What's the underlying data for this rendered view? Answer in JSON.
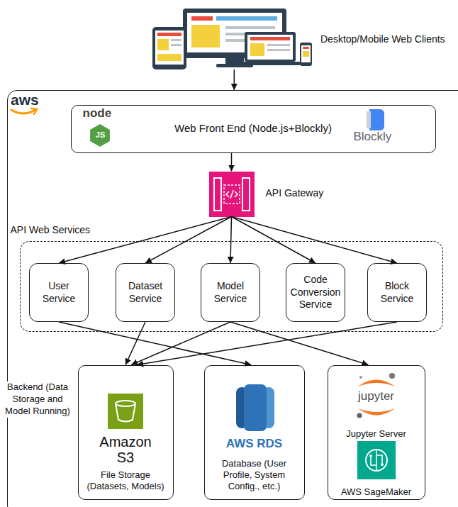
{
  "diagram": {
    "nodes": [
      {
        "text": [
          "Desktop/Mobile Web Clients"
        ]
      },
      {
        "text": [
          "aws"
        ]
      },
      {
        "text": [
          "node",
          "JS",
          "Web Front End (Node.js+Blockly)",
          "Blockly"
        ],
        "in": 1
      },
      {
        "text": [
          "API Gateway"
        ],
        "in": 1
      },
      {
        "text": [
          "API Web Services"
        ],
        "in": 1
      },
      {
        "text": [
          "User Service"
        ],
        "in": 4
      },
      {
        "text": [
          "Dataset Service"
        ],
        "in": 4
      },
      {
        "text": [
          "Model Service"
        ],
        "in": 4
      },
      {
        "text": [
          "Code Conversion Service"
        ],
        "in": 4
      },
      {
        "text": [
          "Block Service"
        ],
        "in": 4
      },
      {
        "text": [
          "Amazon S3",
          "File Storage (Datasets, Models)"
        ],
        "in": 1
      },
      {
        "text": [
          "AWS RDS",
          "Database (User Profile, System Config., etc.)"
        ],
        "in": 1
      },
      {
        "text": [
          "jupyter",
          "Jupyter Server",
          "AWS SageMaker"
        ],
        "in": 1
      }
    ],
    "edges": [
      {
        "from": 0,
        "to": 1,
        "arrow": "to"
      },
      {
        "from": 2,
        "to": 3,
        "arrow": "to"
      },
      {
        "from": 3,
        "to": 5,
        "arrow": "to"
      },
      {
        "from": 3,
        "to": 6,
        "arrow": "to"
      },
      {
        "from": 3,
        "to": 7,
        "arrow": "to"
      },
      {
        "from": 3,
        "to": 8,
        "arrow": "to"
      },
      {
        "from": 3,
        "to": 9,
        "arrow": "to"
      },
      {
        "from": 5,
        "to": 11,
        "arrow": "to"
      },
      {
        "from": 6,
        "to": 10,
        "arrow": "to"
      },
      {
        "from": 7,
        "to": 10,
        "arrow": "to"
      },
      {
        "from": 7,
        "to": 12,
        "arrow": "to"
      },
      {
        "from": 9,
        "to": 10,
        "arrow": "to"
      }
    ],
    "labels": [
      "Backend (Data Storage and Model Running)"
    ]
  }
}
